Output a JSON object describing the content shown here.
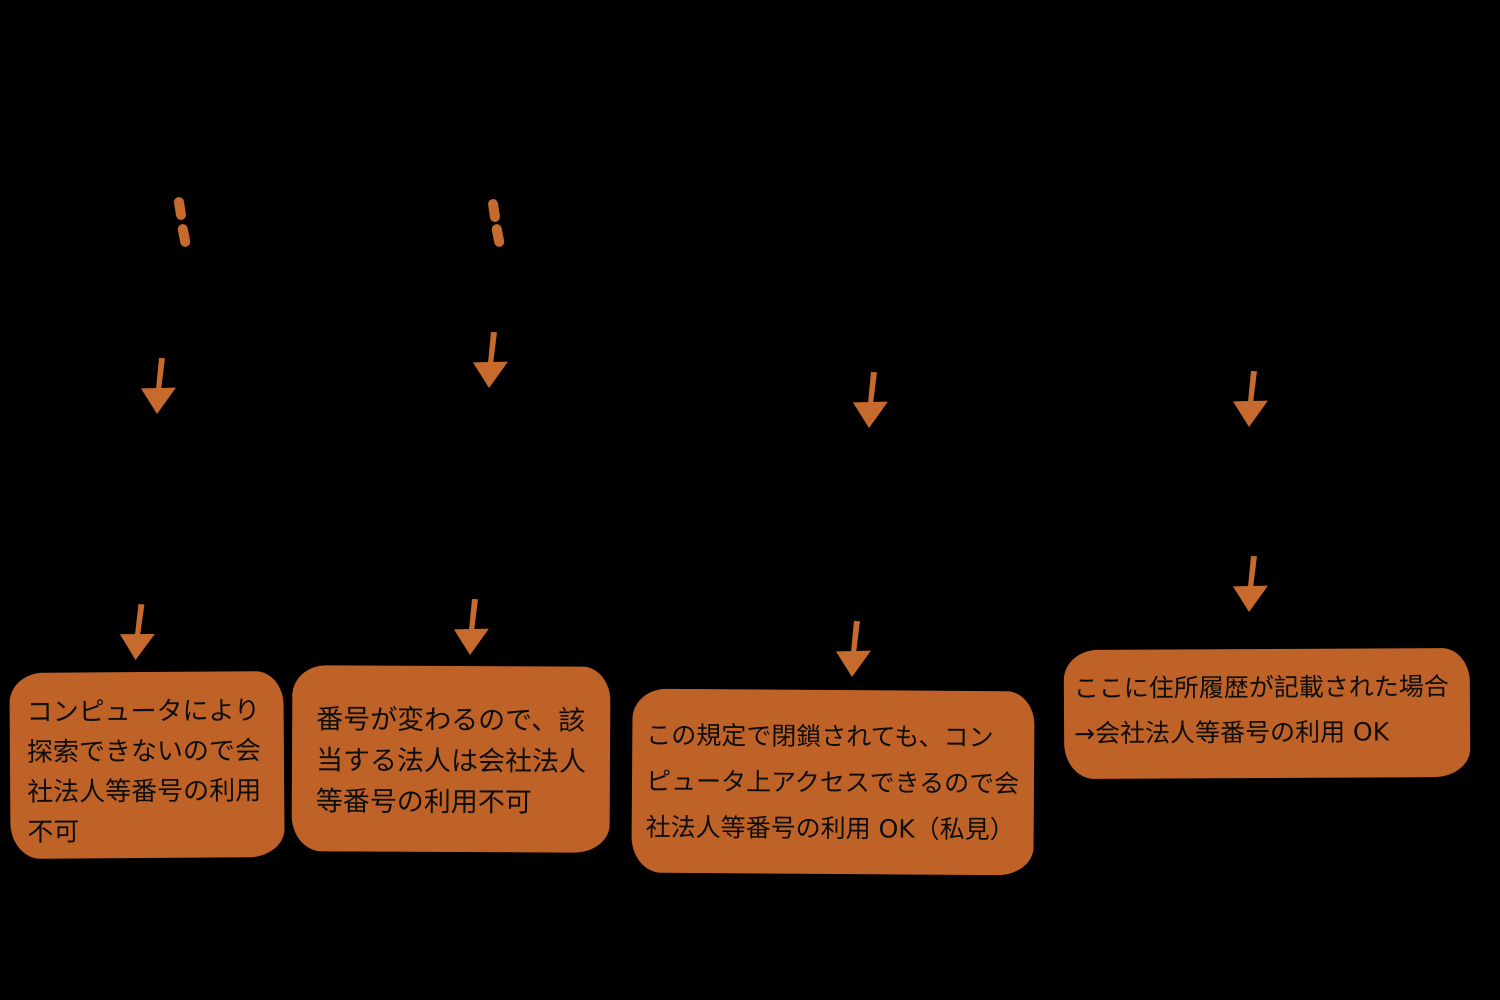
{
  "colors": {
    "background": "#000000",
    "box_color": "#bf6227",
    "arrow_color": "#c66a2e",
    "dash_color": "#c66a2e",
    "text_color": "#0d0d0d"
  },
  "icons": {
    "down_arrow": "hand-drawn downward arrow, thin shaft with wide triangular head",
    "dashed_connector": "two short vertical orange dashes (broken line)"
  },
  "boxes": [
    {
      "id": "note-computer-search",
      "lines": [
        "コンピュータにより",
        "探索できないので会",
        "社法人等番号の利用",
        "不可"
      ]
    },
    {
      "id": "note-number-changes",
      "lines": [
        "番号が変わるので、該",
        "当する法人は会社法人",
        "等番号の利用不可"
      ]
    },
    {
      "id": "note-closed-but-accessible",
      "lines": [
        "この規定で閉鎖されても、コン",
        "ピュータ上アクセスできるので会",
        "社法人等番号の利用 OK（私見）"
      ]
    },
    {
      "id": "note-address-history",
      "lines": [
        "ここに住所履歴が記載された場合",
        "→会社法人等番号の利用 OK"
      ]
    }
  ]
}
